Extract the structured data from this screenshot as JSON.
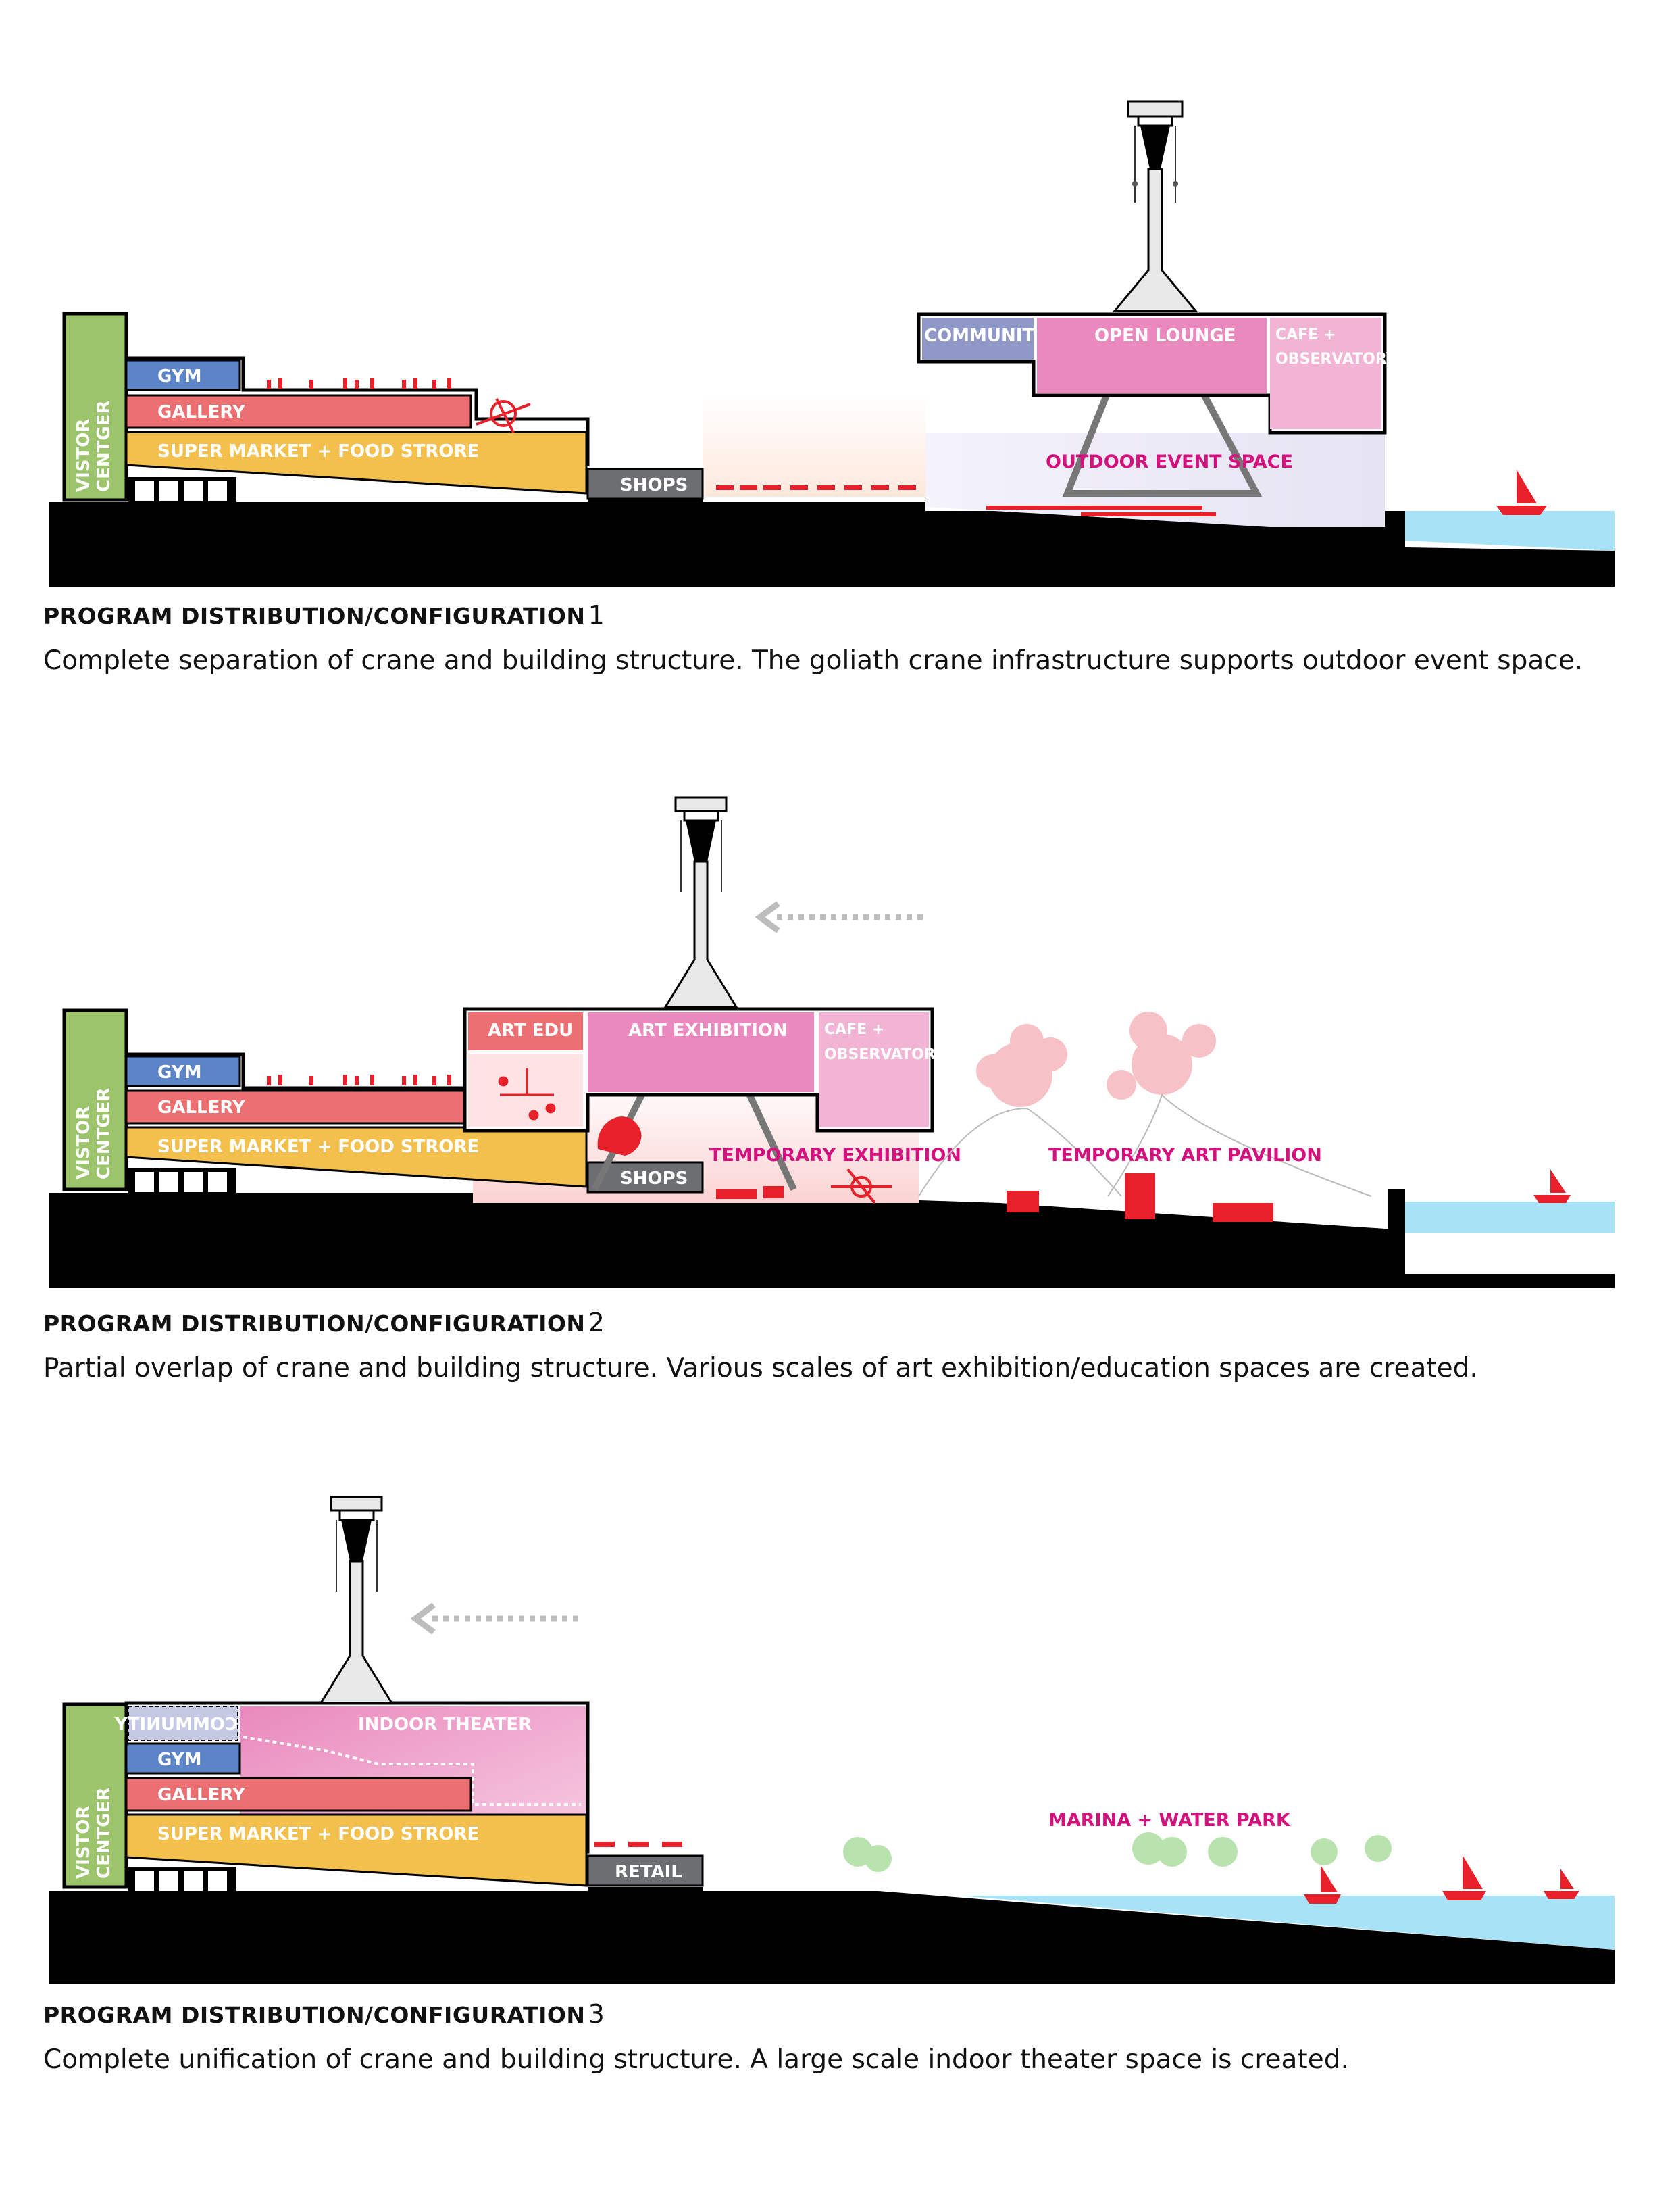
{
  "sections": [
    {
      "heading": "PROGRAM DISTRIBUTION/CONFIGURATION",
      "number": "1",
      "description": "Complete separation of crane and building structure. The goliath crane infrastructure supports outdoor event space.",
      "labels": {
        "visitor_center": [
          "VISTOR",
          "CENTGER"
        ],
        "gym": "GYM",
        "gallery": "GALLERY",
        "supermarket": "SUPER MARKET + FOOD STRORE",
        "shops": "SHOPS",
        "community": "COMMUNITY",
        "open_lounge": "OPEN LOUNGE",
        "cafe": [
          "CAFE +",
          "OBSERVATORY"
        ],
        "outdoor_event": "OUTDOOR EVENT SPACE"
      }
    },
    {
      "heading": "PROGRAM DISTRIBUTION/CONFIGURATION",
      "number": "2",
      "description": "Partial overlap of crane and building structure. Various scales of art exhibition/education spaces are created.",
      "labels": {
        "visitor_center": [
          "VISTOR",
          "CENTGER"
        ],
        "gym": "GYM",
        "gallery": "GALLERY",
        "supermarket": "SUPER MARKET + FOOD STRORE",
        "shops": "SHOPS",
        "art_edu": "ART EDU",
        "art_exhibition": "ART EXHIBITION",
        "cafe": [
          "CAFE +",
          "OBSERVATORY"
        ],
        "temporary_exhibition": "TEMPORARY EXHIBITION",
        "temporary_pavilion": "TEMPORARY ART PAVILION"
      }
    },
    {
      "heading": "PROGRAM DISTRIBUTION/CONFIGURATION",
      "number": "3",
      "description": "Complete unification of crane and building structure. A large scale indoor theater space is created.",
      "labels": {
        "visitor_center": [
          "VISTOR",
          "CENTGER"
        ],
        "community": "COMMUNITY",
        "indoor_theater": "INDOOR THEATER",
        "gym": "GYM",
        "gallery": "GALLERY",
        "supermarket": "SUPER MARKET + FOOD STRORE",
        "retail": "RETAIL",
        "marina": "MARINA + WATER PARK"
      }
    }
  ],
  "colors": {
    "visitor": "#9cc46a",
    "gym": "#5b85c6",
    "gallery": "#ec6f71",
    "supermarket": "#f4c04d",
    "shops": "#6d6e71",
    "community": "#8f98c7",
    "pink": "#e989bd",
    "pink_light": "#f2b4d4",
    "magenta_text": "#d4127d",
    "accent_red": "#e8202a",
    "water": "#a8e2f6",
    "ground": "#000000"
  }
}
